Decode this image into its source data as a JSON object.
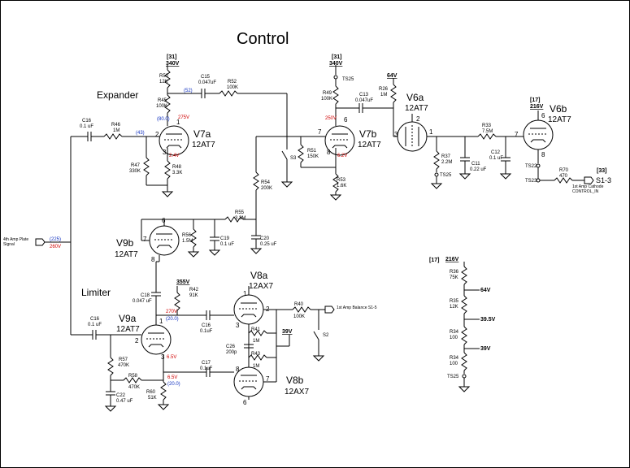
{
  "title": "Control",
  "sections": {
    "expander": "Expander",
    "limiter": "Limiter"
  },
  "tubes": {
    "v7a": {
      "name": "V7a",
      "type": "12AT7"
    },
    "v7b": {
      "name": "V7b",
      "type": "12AT7"
    },
    "v6a": {
      "name": "V6a",
      "type": "12AT7"
    },
    "v6b": {
      "name": "V6b",
      "type": "12AT7"
    },
    "v9b": {
      "name": "V9b",
      "type": "12AT7"
    },
    "v9a": {
      "name": "V9a",
      "type": "12AT7"
    },
    "v8a": {
      "name": "V8a",
      "type": "12AX7"
    },
    "v8b": {
      "name": "V8b",
      "type": "12AX7"
    }
  },
  "supplies": {
    "n31a": "[31]",
    "v340a": "340V",
    "n31b": "[31]",
    "v340b": "340V",
    "v64a": "64V",
    "n17a": "[17]",
    "v216a": "216V",
    "v355": "355V",
    "v39a": "39V",
    "n17b": "[17]",
    "v216b": "216V",
    "v64b": "64V",
    "v395": "39.5V",
    "v39b": "39V"
  },
  "components": {
    "r50": [
      "R50",
      "12K"
    ],
    "r45": [
      "R45",
      "100K"
    ],
    "c15": [
      "C15",
      "0.047uF"
    ],
    "r52": [
      "R52",
      "100K"
    ],
    "c16a": [
      "C16",
      "0.1 uF"
    ],
    "r46": [
      "R46",
      "1M"
    ],
    "r47": [
      "R47",
      "330K"
    ],
    "r48": [
      "R48",
      "3.3K"
    ],
    "r49": [
      "R49",
      "100K"
    ],
    "c13": [
      "C13",
      "0.047uF"
    ],
    "r26": [
      "R26",
      "1M"
    ],
    "r51": [
      "R51",
      "150K"
    ],
    "r53": [
      "R53",
      "1.6K"
    ],
    "r54": [
      "R54",
      "200K"
    ],
    "r37": [
      "R37",
      "2.2M"
    ],
    "r33": [
      "R33",
      "7.5M"
    ],
    "c11": [
      "C11",
      "0.22 uF"
    ],
    "c12": [
      "C12",
      "0.1 uF"
    ],
    "r70": [
      "R70",
      "470"
    ],
    "r55": [
      "R55",
      "3.3M"
    ],
    "r56": [
      "R56",
      "1.5M"
    ],
    "c19": [
      "C19",
      "0.1 uF"
    ],
    "c20": [
      "C20",
      "0.25 uF"
    ],
    "c18": [
      "C18",
      "0.047 uF"
    ],
    "r42": [
      "R42",
      "91K"
    ],
    "c16b": [
      "C16",
      "0.1uF"
    ],
    "c17": [
      "C17",
      "0.1uF"
    ],
    "c16c": [
      "C16",
      "0.1 uF"
    ],
    "r57": [
      "R57",
      "470K"
    ],
    "r58": [
      "R58",
      "470K"
    ],
    "c22": [
      "C22",
      "0.47 uF"
    ],
    "r60": [
      "R60",
      "51K"
    ],
    "r41": [
      "R41",
      "1M"
    ],
    "c26": [
      "C26",
      "200p"
    ],
    "r43": [
      "R43",
      "1M"
    ],
    "r40": [
      "R40",
      "100K"
    ],
    "r36": [
      "R36",
      "75K"
    ],
    "r35": [
      "R35",
      "12K"
    ],
    "r34a": [
      "R34",
      "100"
    ],
    "r34b": [
      "R34",
      "100"
    ]
  },
  "red_voltages": {
    "v7a_plate": "275V",
    "v7a_cath": "2.4V",
    "v7b_plate": "250V",
    "v7b_cath": "6.2V",
    "v9a_plate": "270V",
    "v9a_cath": "6.5V",
    "v9a_grid": "6.5V",
    "in_dc": "260V"
  },
  "blue_values": {
    "v7a_grid2": "(43)",
    "v7a_plate": "(52)",
    "v7a_pin1": "(80.0)",
    "in_sig": "(225)",
    "v9a_plate": "(20.0)",
    "v9a_grid": "(20.0)"
  },
  "pins": {
    "v7a": [
      "2",
      "1",
      "3"
    ],
    "v7b": [
      "7",
      "6",
      "8"
    ],
    "v6a": [
      "3",
      "2",
      "1"
    ],
    "v6b": [
      "7",
      "6",
      "8"
    ],
    "v9b": [
      "7",
      "6",
      "8"
    ],
    "v9a": [
      "2",
      "1",
      "3"
    ],
    "v8a": [
      "1",
      "2",
      "3"
    ],
    "v8b": [
      "8",
      "7",
      "6"
    ]
  },
  "labels": {
    "input": "4th Amp Plate Signal",
    "out1": "1st Amp Cathode CONTROL_IN",
    "out1_ref": "[33]",
    "out1_conn": "S1-3",
    "out2": "1st Amp Balance S1-5",
    "ts25": "TS25",
    "ts22": "TS22",
    "ts23": "TS23",
    "s3": "S3",
    "s2": "S2"
  }
}
